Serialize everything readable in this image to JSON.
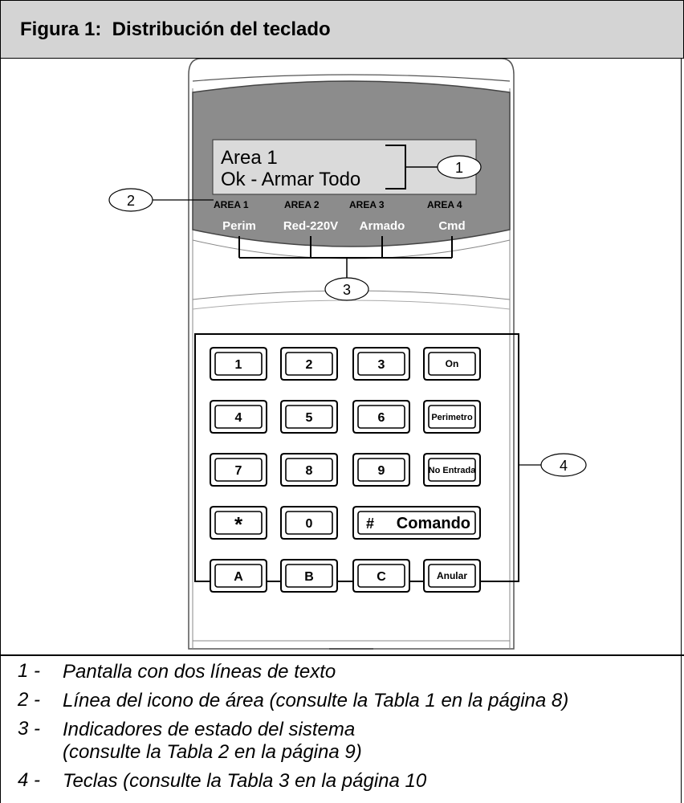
{
  "figure": {
    "title": "Figura 1:  Distribución del teclado"
  },
  "display": {
    "line1": "Area 1",
    "line2": "Ok - Armar Todo",
    "area_labels": [
      "AREA 1",
      "AREA 2",
      "AREA 3",
      "AREA 4"
    ],
    "status_labels": [
      "Perim",
      "Red-220V",
      "Armado",
      "Cmd"
    ]
  },
  "keypad": {
    "keys": [
      [
        "1",
        "2",
        "3",
        "On"
      ],
      [
        "4",
        "5",
        "6",
        "Perimetro"
      ],
      [
        "7",
        "8",
        "9",
        "No Entrada"
      ],
      [
        "*",
        "0",
        "#",
        "Comando"
      ],
      [
        "A",
        "B",
        "C",
        "Anular"
      ]
    ]
  },
  "callouts": [
    "1",
    "2",
    "3",
    "4"
  ],
  "legend": [
    {
      "num": "1 -",
      "text": "Pantalla con dos líneas de texto"
    },
    {
      "num": "2 -",
      "text": "Línea del icono de área (consulte la Tabla 1 en la página 8)"
    },
    {
      "num": "3 -",
      "text": "Indicadores de estado del sistema"
    },
    {
      "num": "",
      "text": "(consulte la Tabla 2 en la página 9)"
    },
    {
      "num": "4 -",
      "text": "Teclas (consulte la Tabla 3 en la página 10"
    }
  ],
  "colors": {
    "title_bg": "#d4d4d4",
    "panel_dark": "#8c8c8c",
    "lcd_bg": "#d9d9d9",
    "status_text": "#ffffff"
  }
}
